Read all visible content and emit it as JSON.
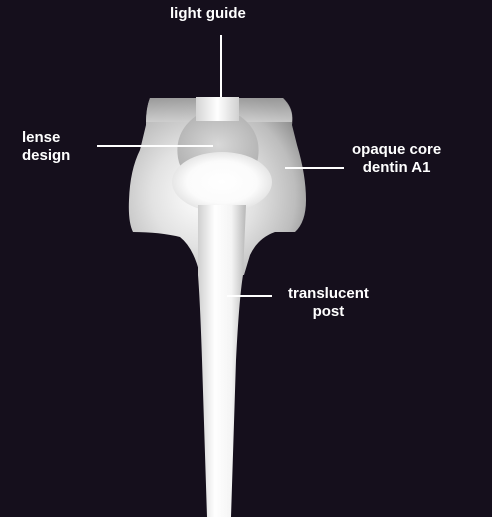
{
  "labels": {
    "light_guide": "light guide",
    "lens_line1": "lense",
    "lens_line2": "design",
    "core_line1": "opaque core",
    "core_line2": "dentin A1",
    "post_line1": "translucent",
    "post_line2": "post"
  },
  "colors": {
    "background": "#150f1c",
    "label_text": "#ffffff",
    "leader_line": "#ffffff"
  }
}
